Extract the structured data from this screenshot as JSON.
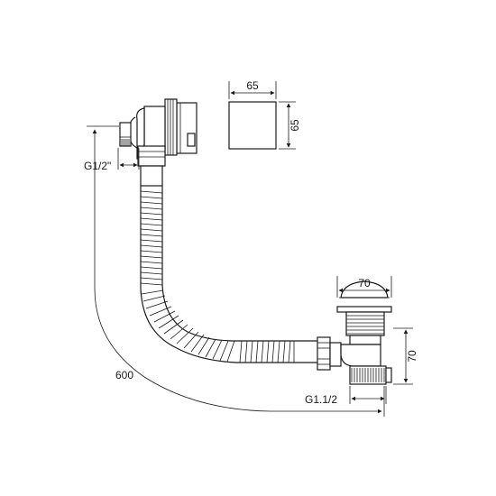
{
  "dimensions": {
    "overflow_width": "65",
    "overflow_height": "65",
    "waste_width": "70",
    "waste_height": "70",
    "length": "600",
    "thread_overflow": "G1/2\"",
    "thread_waste": "G1.1/2"
  },
  "colors": {
    "line": "#1a1a1a",
    "background": "#ffffff"
  }
}
